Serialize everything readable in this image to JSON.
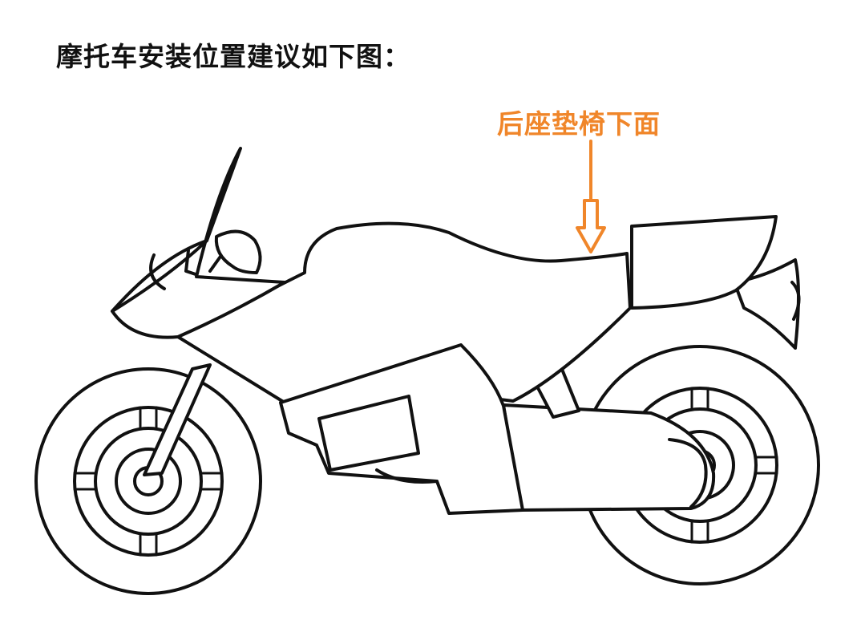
{
  "title": "摩托车安装位置建议如下图：",
  "callout": {
    "label": "后座垫椅下面"
  },
  "colors": {
    "text": "#111111",
    "accent": "#f0862a",
    "outline": "#111111",
    "background": "#ffffff"
  },
  "icons": {
    "pointer": "hollow-down-arrow-icon",
    "subject": "motorcycle-outline"
  }
}
